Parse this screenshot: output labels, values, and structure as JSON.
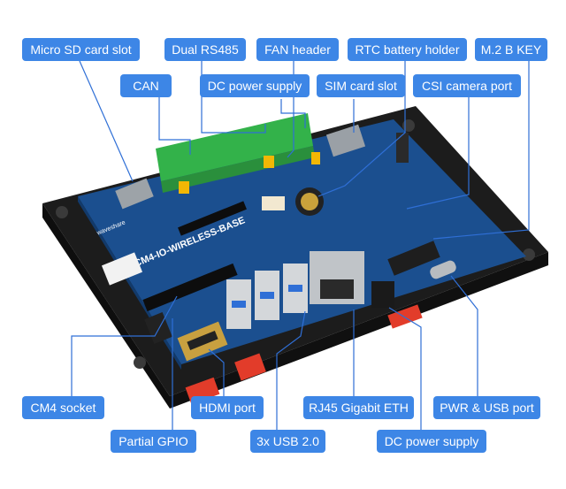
{
  "colors": {
    "callout_bg": "#3d86e6",
    "callout_text": "#ffffff",
    "leader_line": "#2f6fd6",
    "pcb": "#1b4f8f",
    "terminal_block": "#33b24a",
    "enclosure": "#1c1c1c",
    "din_clip": "#e23c2a"
  },
  "board": {
    "silkscreen_label": "CM4-IO-WIRELESS-BASE",
    "brand_label": "waveshare"
  },
  "callouts": {
    "micro_sd": "Micro SD card slot",
    "can": "CAN",
    "dual_rs485": "Dual RS485",
    "dc_power_top": "DC power supply",
    "fan_header": "FAN header",
    "sim_slot": "SIM card slot",
    "rtc_battery": "RTC battery holder",
    "csi_camera": "CSI camera port",
    "m2_key": "M.2 B KEY",
    "cm4_socket": "CM4 socket",
    "hdmi_port": "HDMI port",
    "rj45": "RJ45 Gigabit ETH",
    "pwr_usb": "PWR & USB port",
    "partial_gpio": "Partial GPIO",
    "usb3x": "3x USB 2.0",
    "dc_power_bottom": "DC power supply"
  }
}
